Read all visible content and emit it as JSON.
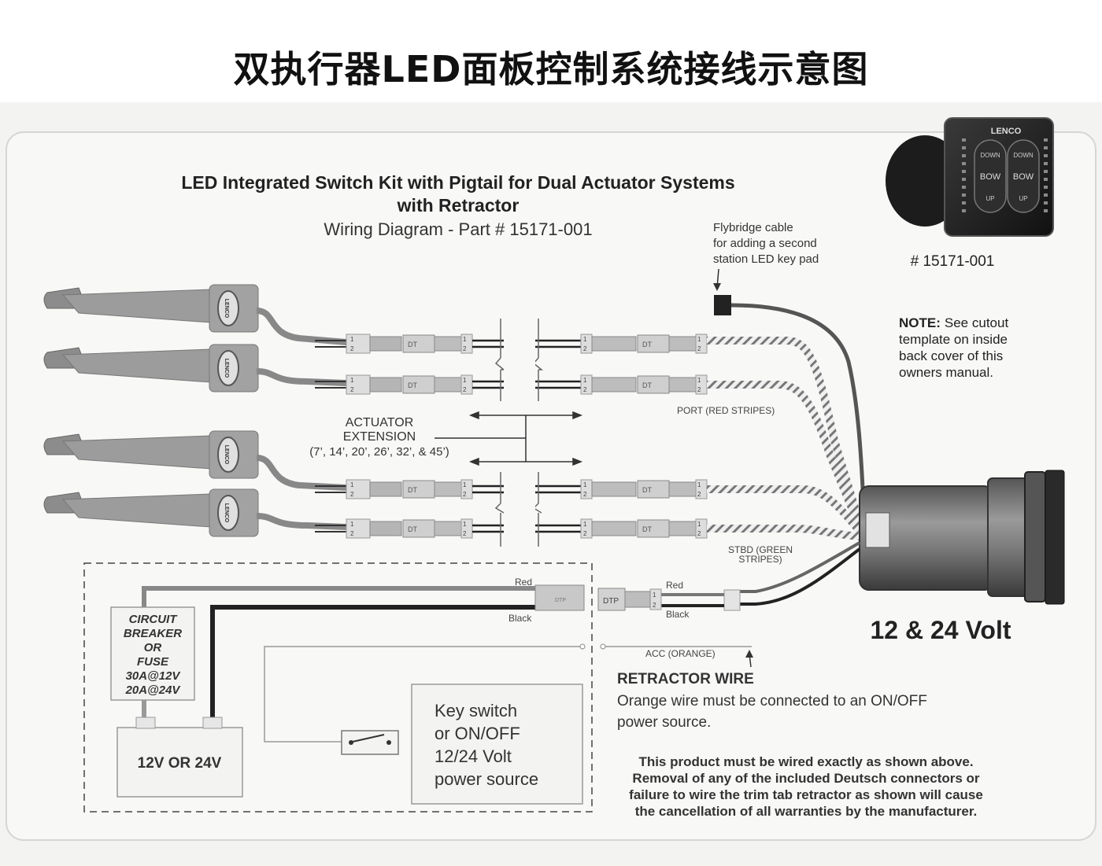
{
  "banner_title": "双执行器LED面板控制系统接线示意图",
  "header": {
    "title_line1": "LED Integrated Switch Kit with Pigtail for Dual Actuator Systems",
    "title_line2": "with Retractor",
    "subtitle": "Wiring Diagram - Part # 15171-001"
  },
  "keypad": {
    "brand": "LENCO",
    "button_down": "DOWN",
    "button_bow": "BOW",
    "button_up": "UP",
    "part_number": "# 15171-001"
  },
  "flybridge": {
    "line1": "Flybridge cable",
    "line2": "for adding a second",
    "line3": "station LED key pad"
  },
  "note": {
    "label": "NOTE:",
    "line1": "See cutout",
    "line2": "template on inside",
    "line3": "back cover of this",
    "line4": "owners manual."
  },
  "actuators": {
    "brand": "LENCO"
  },
  "connectors": {
    "dt": "DT",
    "dtp": "DTP",
    "pin1": "1",
    "pin2": "2"
  },
  "extension": {
    "line1": "ACTUATOR",
    "line2": "EXTENSION",
    "line3": "(7’, 14’, 20’, 26’, 32’, & 45’)"
  },
  "wire_labels": {
    "port": "PORT (RED STRIPES)",
    "stbd_line1": "STBD (GREEN",
    "stbd_line2": "STRIPES)",
    "red": "Red",
    "black": "Black",
    "acc": "ACC (ORANGE)"
  },
  "voltage": "12 & 24 Volt",
  "breaker": {
    "line1": "CIRCUIT",
    "line2": "BREAKER",
    "line3": "OR",
    "line4": "FUSE",
    "line5": "30A@12V",
    "line6": "20A@24V"
  },
  "battery": "12V OR 24V",
  "keyswitch": {
    "line1": "Key switch",
    "line2": "or ON/OFF",
    "line3": "12/24 Volt",
    "line4": "power source"
  },
  "retractor": {
    "title": "RETRACTOR WIRE",
    "line1": "Orange wire must be connected to an ON/OFF",
    "line2": "power source."
  },
  "warning": {
    "line1": "This product must be wired exactly as shown above.",
    "line2": "Removal of any of the included Deutsch connectors or",
    "line3": "failure to wire the trim tab retractor as shown will cause",
    "line4": "the cancellation of all warranties by the manufacturer."
  }
}
